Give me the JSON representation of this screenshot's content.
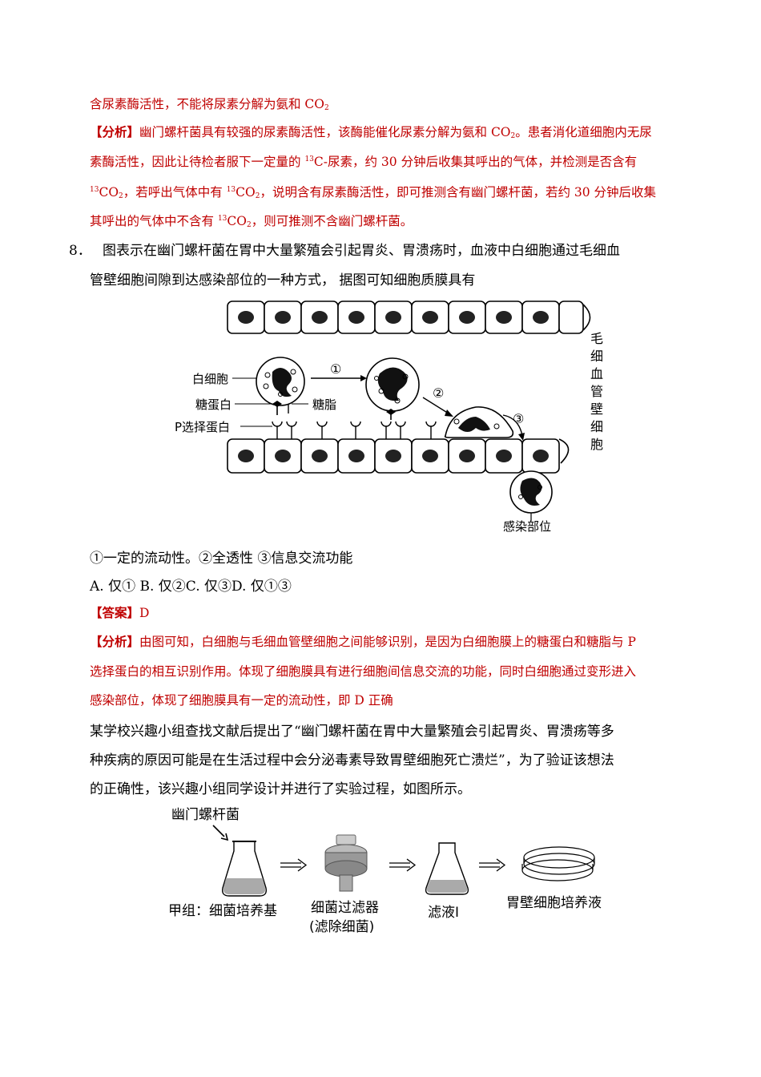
{
  "prev_answer": {
    "line1": "含尿素酶活性，不能将尿素分解为氨和 CO",
    "line1_sub": "2",
    "analysis_label": "【分析】",
    "a1": "幽门螺杆菌具有较强的尿素酶活性，该酶能催化尿素分解为氨和 CO",
    "a1_sub": "2",
    "a1_tail": "。患者消化道细胞内无尿",
    "a2": "素酶活性，因此让待检者服下一定量的 ",
    "a2_sup": "13",
    "a2_tail": "C-尿素，约 30 分钟后收集其呼出的气体，并检测是否含有",
    "a3_sup": "13",
    "a3_p1": "CO",
    "a3_sub": "2",
    "a3_p2": "，若呼出气体中有 ",
    "a3_sup2": "13",
    "a3_p3": "CO",
    "a3_sub2": "2",
    "a3_p4": "，说明含有尿素酶活性，即可推测含有幽门螺杆菌，若约 30 分钟后收集",
    "a4_p1": "其呼出的气体中不含有 ",
    "a4_sup": "13",
    "a4_p2": "CO",
    "a4_sub": "2",
    "a4_p3": "，则可推测不含幽门螺杆菌。"
  },
  "question8": {
    "number": "8．",
    "stem1": "图表示在幽门螺杆菌在胃中大量繁殖会引起胃炎、胃溃疡时，血液中白细胞通过毛细血",
    "stem2": "管壁细胞间隙到达感染部位的一种方式，  据图可知细胞质膜具有",
    "figure": {
      "label_wbc": "白细胞",
      "label_glycoprotein": "糖蛋白",
      "label_glycolipid": "糖脂",
      "label_pselectin": "P选择蛋白",
      "label_infection": "感染部位",
      "label_capillary": "毛细血管壁细胞",
      "step1": "①",
      "step2": "②",
      "step3": "③"
    },
    "statements": "①一定的流动性。②全透性  ③信息交流功能",
    "options": "A. 仅①  B. 仅②C. 仅③D. 仅①③",
    "answer_label": "【答案】",
    "answer": "D",
    "analysis_label": "【分析】",
    "analysis1": "由图可知，白细胞与毛细血管壁细胞之间能够识别，是因为白细胞膜上的糖蛋白和糖脂与 P",
    "analysis2": "选择蛋白的相互识别作用。体现了细胞膜具有进行细胞间信息交流的功能，同时白细胞通过变形进入",
    "analysis3": "感染部位，体现了细胞膜具有一定的流动性，即 D 正确"
  },
  "next_question": {
    "p1": "某学校兴趣小组查找文献后提出了“幽门螺杆菌在胃中大量繁殖会引起胃炎、胃溃疡等多",
    "p2": "种疾病的原因可能是在生活过程中会分泌毒素导致胃壁细胞死亡溃烂”，为了验证该想法",
    "p3": "的正确性，该兴趣小组同学设计并进行了实验过程，如图所示。",
    "figure": {
      "label_bacteria": "幽门螺杆菌",
      "label_group": "甲组：细菌培养基",
      "label_filter1": "细菌过滤器",
      "label_filter2": "(滤除细菌)",
      "label_filtrate": "滤液Ⅰ",
      "label_culture": "胃壁细胞培养液"
    }
  }
}
